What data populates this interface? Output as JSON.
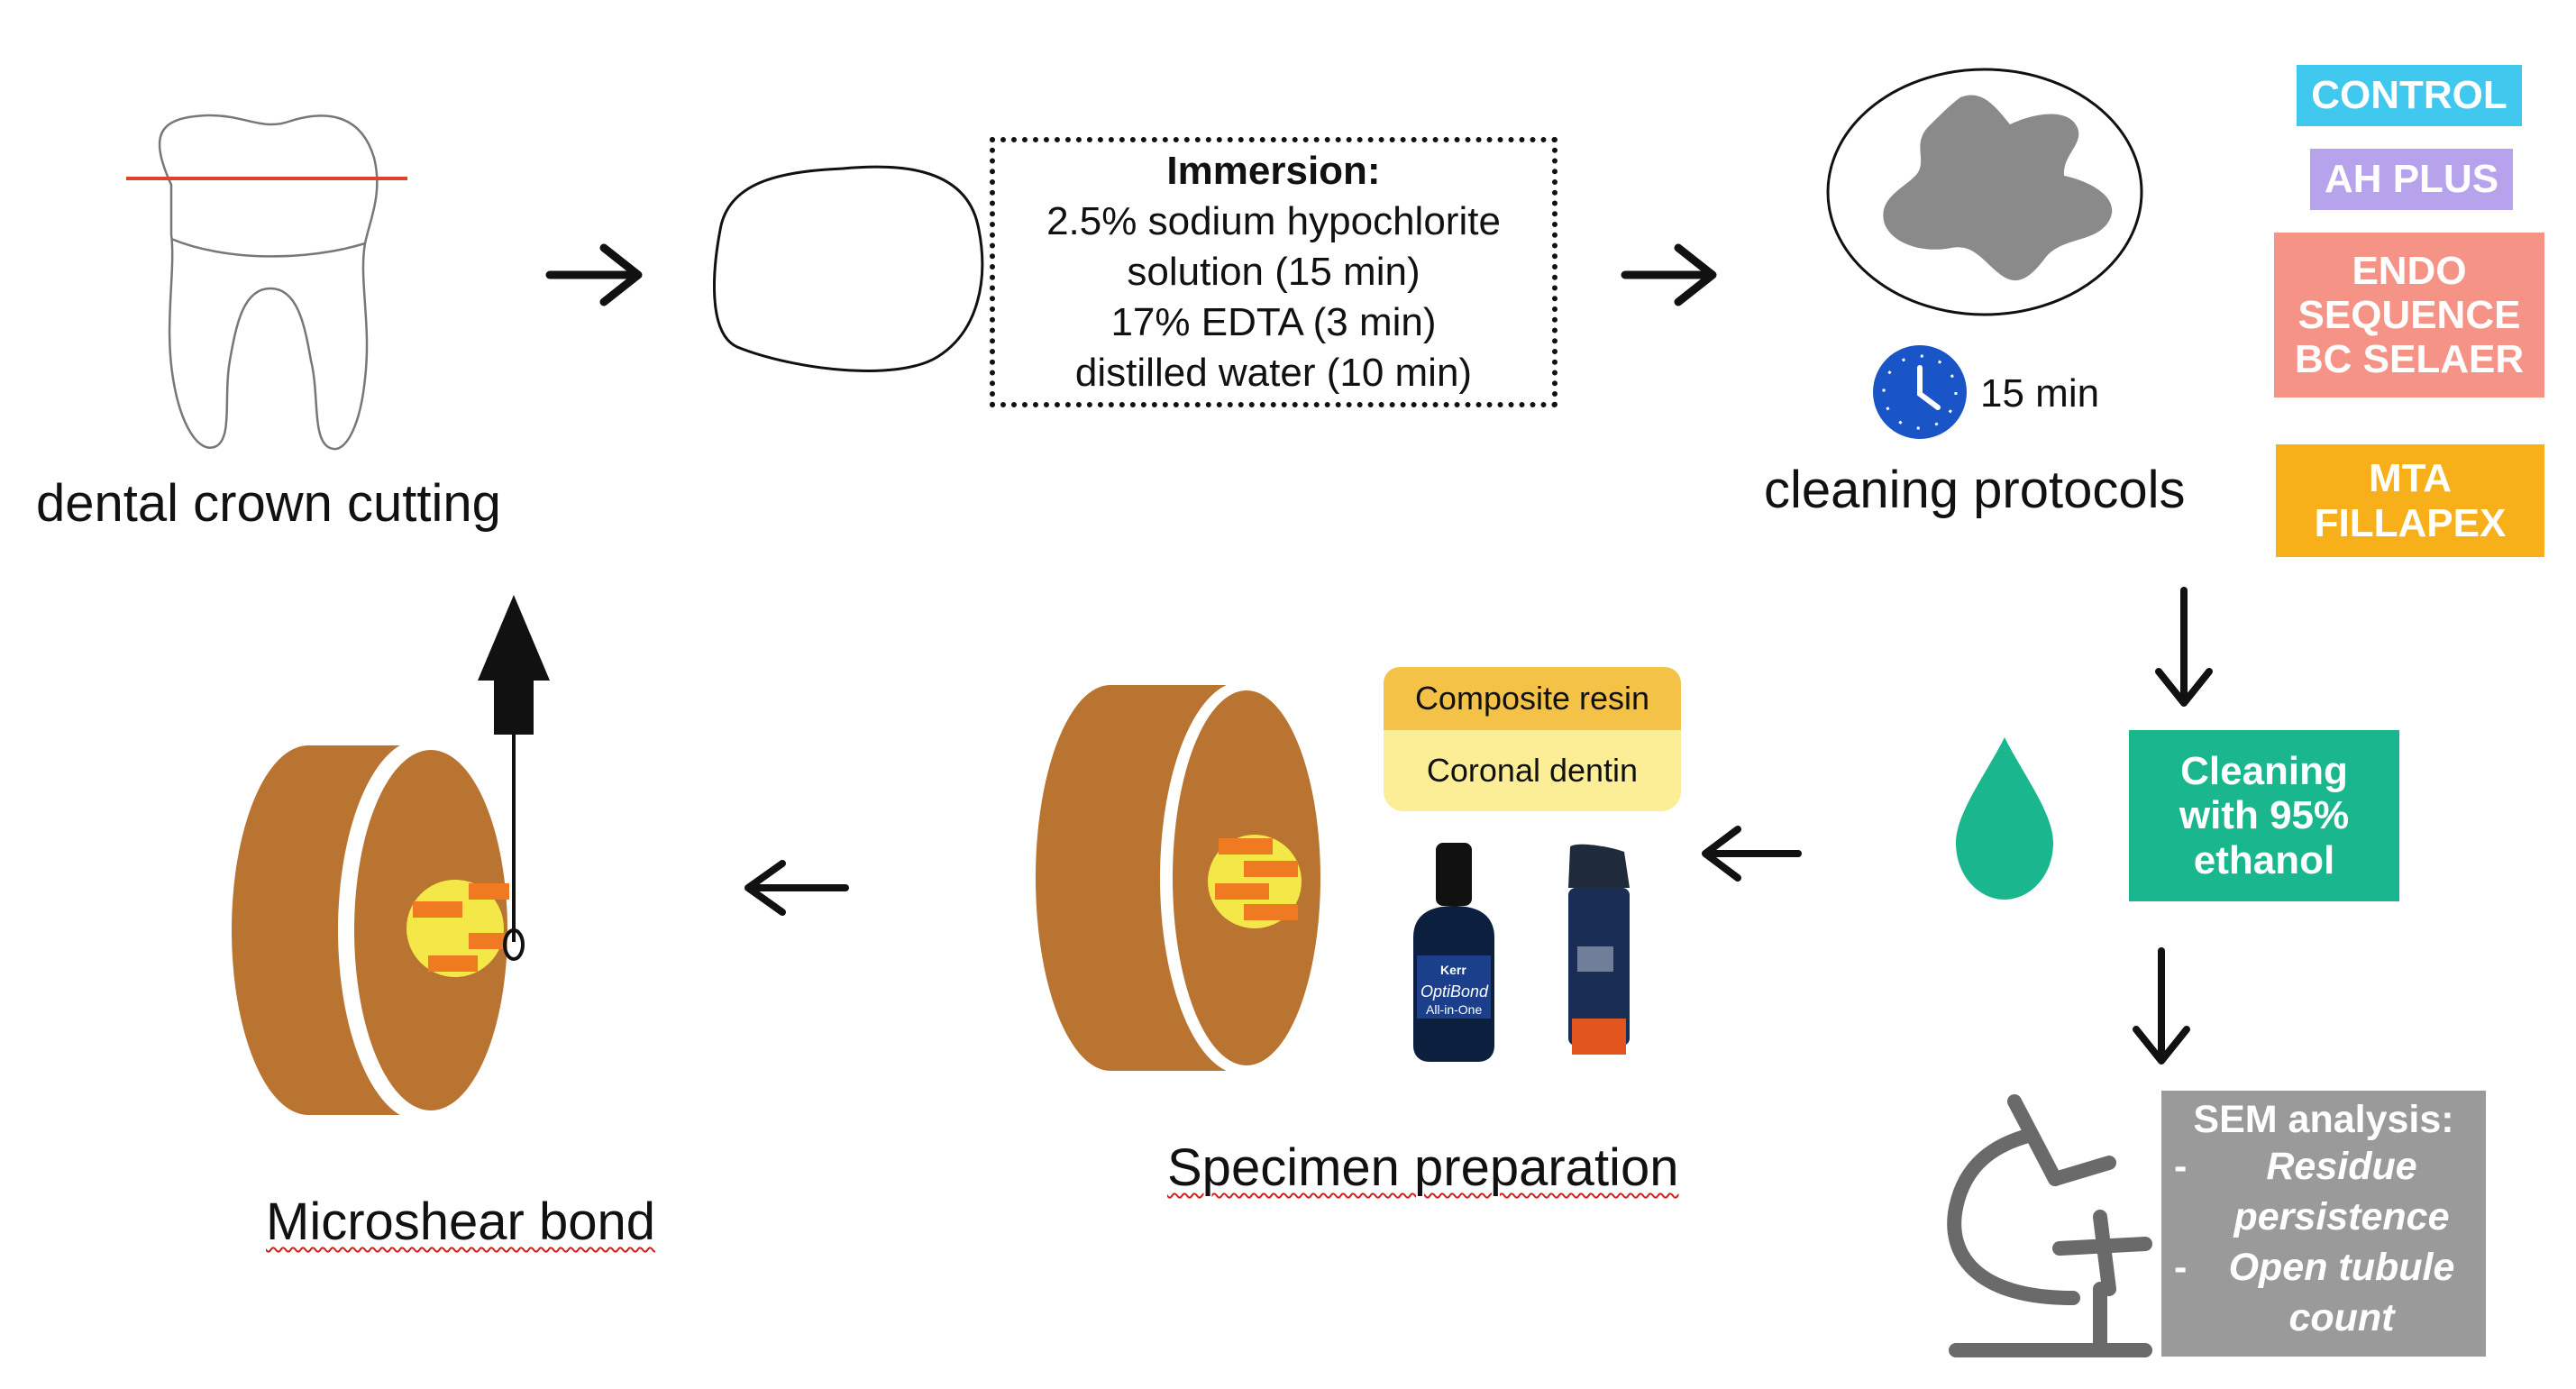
{
  "steps": {
    "crown_cutting": "dental crown cutting",
    "cleaning_protocols": "cleaning protocols",
    "specimen_preparation": "Specimen preparation",
    "microshear_bond": "Microshear bond"
  },
  "immersion": {
    "title": "Immersion:",
    "lines": [
      "2.5% sodium hypochlorite",
      "solution  (15 min)",
      "17% EDTA (3 min)",
      "distilled water (10 min)"
    ]
  },
  "timer": {
    "label": "15 min",
    "icon": "clock-icon"
  },
  "sealers": [
    {
      "lines": [
        "CONTROL"
      ],
      "color": "#40c8ee"
    },
    {
      "lines": [
        "AH PLUS"
      ],
      "color": "#b7a2ec"
    },
    {
      "lines": [
        "ENDO",
        "SEQUENCE",
        "BC SELAER"
      ],
      "color": "#f59486"
    },
    {
      "lines": [
        "MTA",
        "FILLAPEX"
      ],
      "color": "#f8b01a"
    }
  ],
  "ethanol": {
    "lines": [
      "Cleaning",
      "with 95%",
      "ethanol"
    ],
    "color": "#1ab78e"
  },
  "layers": {
    "top": "Composite resin",
    "bottom": "Coronal dentin"
  },
  "bottles": {
    "label1": "OptiBond",
    "label2": "All-in-One",
    "brand": "Kerr"
  },
  "sem": {
    "title": "SEM analysis:",
    "items": [
      {
        "dash": "-",
        "lines": [
          "Residue",
          "persistence"
        ]
      },
      {
        "dash": "-",
        "lines": [
          "Open tubule",
          "count"
        ]
      }
    ]
  },
  "colors": {
    "dentin_brown": "#b87430",
    "dentin_yellow": "#f4e848",
    "stripe_orange": "#f07a22",
    "cut_line": "#e04030",
    "drop": "#1ab78e",
    "clock": "#1a55c8",
    "sem_gray": "#9a9a9a"
  }
}
